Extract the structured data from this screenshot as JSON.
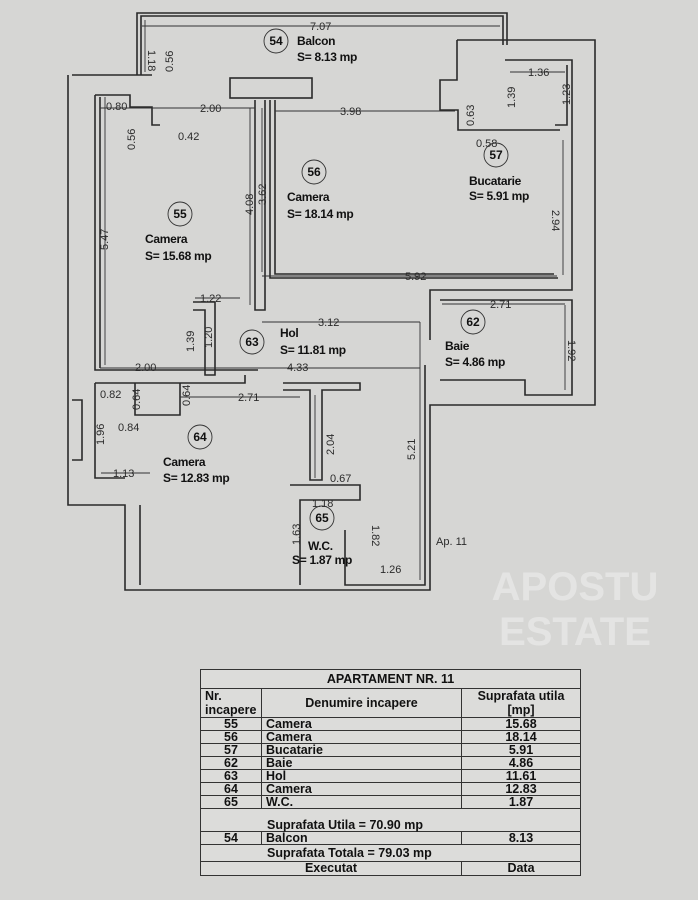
{
  "plan": {
    "rooms": [
      {
        "nr": "54",
        "name": "Balcon",
        "area": "S= 8.13 mp"
      },
      {
        "nr": "55",
        "name": "Camera",
        "area": "S= 15.68 mp"
      },
      {
        "nr": "56",
        "name": "Camera",
        "area": "S= 18.14 mp"
      },
      {
        "nr": "57",
        "name": "Bucatarie",
        "area": "S= 5.91 mp"
      },
      {
        "nr": "62",
        "name": "Baie",
        "area": "S= 4.86 mp"
      },
      {
        "nr": "63",
        "name": "Hol",
        "area": "S= 11.81 mp"
      },
      {
        "nr": "64",
        "name": "Camera",
        "area": "S= 12.83 mp"
      },
      {
        "nr": "65",
        "name": "W.C.",
        "area": "S= 1.87 mp"
      }
    ],
    "dimensions": [
      "7.07",
      "1.18",
      "0.56",
      "0.80",
      "2.00",
      "0.42",
      "0.56",
      "3.98",
      "0.63",
      "0.58",
      "1.36",
      "1.39",
      "1.23",
      "5.47",
      "4.08",
      "3.62",
      "2.94",
      "5.92",
      "1.22",
      "3.12",
      "2.71",
      "1.92",
      "1.39",
      "1.20",
      "2.00",
      "4.33",
      "0.82",
      "0.64",
      "0.64",
      "2.71",
      "0.84",
      "1.96",
      "1.13",
      "2.04",
      "0.67",
      "5.21",
      "1.18",
      "1.63",
      "1.82",
      "1.26"
    ],
    "apartment_tag": "Ap. 11",
    "watermark": [
      "APOSTU",
      "ESTATE"
    ]
  },
  "table": {
    "title": "APARTAMENT NR. 11",
    "headers": [
      "Nr. incapere",
      "Denumire incapere",
      "Suprafata utila [mp]"
    ],
    "rows": [
      [
        "55",
        "Camera",
        "15.68"
      ],
      [
        "56",
        "Camera",
        "18.14"
      ],
      [
        "57",
        "Bucatarie",
        "5.91"
      ],
      [
        "62",
        "Baie",
        "4.86"
      ],
      [
        "63",
        "Hol",
        "11.61"
      ],
      [
        "64",
        "Camera",
        "12.83"
      ],
      [
        "65",
        "W.C.",
        "1.87"
      ]
    ],
    "useful_total": "Suprafata Utila = 70.90 mp",
    "balcony_row": [
      "54",
      "Balcon",
      "8.13"
    ],
    "grand_total": "Suprafata Totala = 79.03 mp",
    "footer": [
      "Executat",
      "Data"
    ]
  }
}
